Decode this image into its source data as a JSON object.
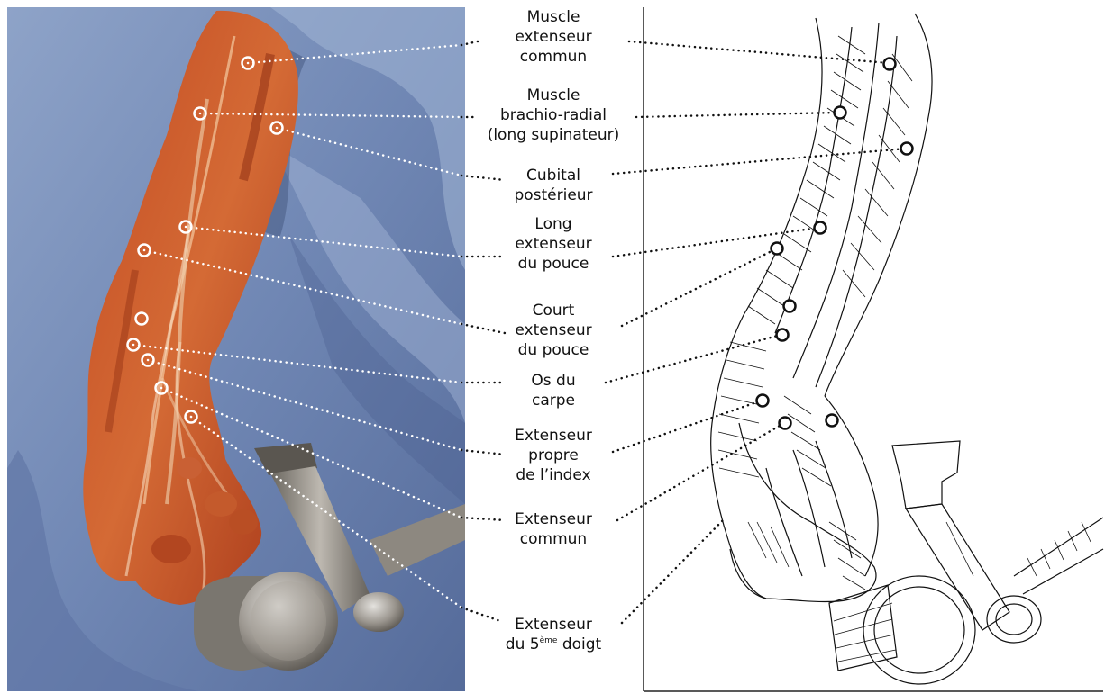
{
  "labels": [
    {
      "id": "muscle-extenseur-commun",
      "lines": [
        "Muscle",
        "extenseur",
        "commun"
      ]
    },
    {
      "id": "brachio-radial",
      "lines": [
        "Muscle",
        "brachio-radial",
        "(long supinateur)"
      ]
    },
    {
      "id": "cubital-posterieur",
      "lines": [
        "Cubital",
        "postérieur"
      ]
    },
    {
      "id": "long-extenseur-pouce",
      "lines": [
        "Long",
        "extenseur",
        "du pouce"
      ]
    },
    {
      "id": "court-extenseur-pouce",
      "lines": [
        "Court",
        "extenseur",
        "du pouce"
      ]
    },
    {
      "id": "os-carpe",
      "lines": [
        "Os du",
        "carpe"
      ]
    },
    {
      "id": "extenseur-propre-index",
      "lines": [
        "Extenseur",
        "propre",
        "de l’index"
      ]
    },
    {
      "id": "extenseur-commun",
      "lines": [
        "Extenseur",
        "commun"
      ]
    },
    {
      "id": "extenseur-5e-doigt",
      "lines": [
        "Extenseur",
        "du 5ème doigt"
      ],
      "superscript": "ème"
    }
  ]
}
